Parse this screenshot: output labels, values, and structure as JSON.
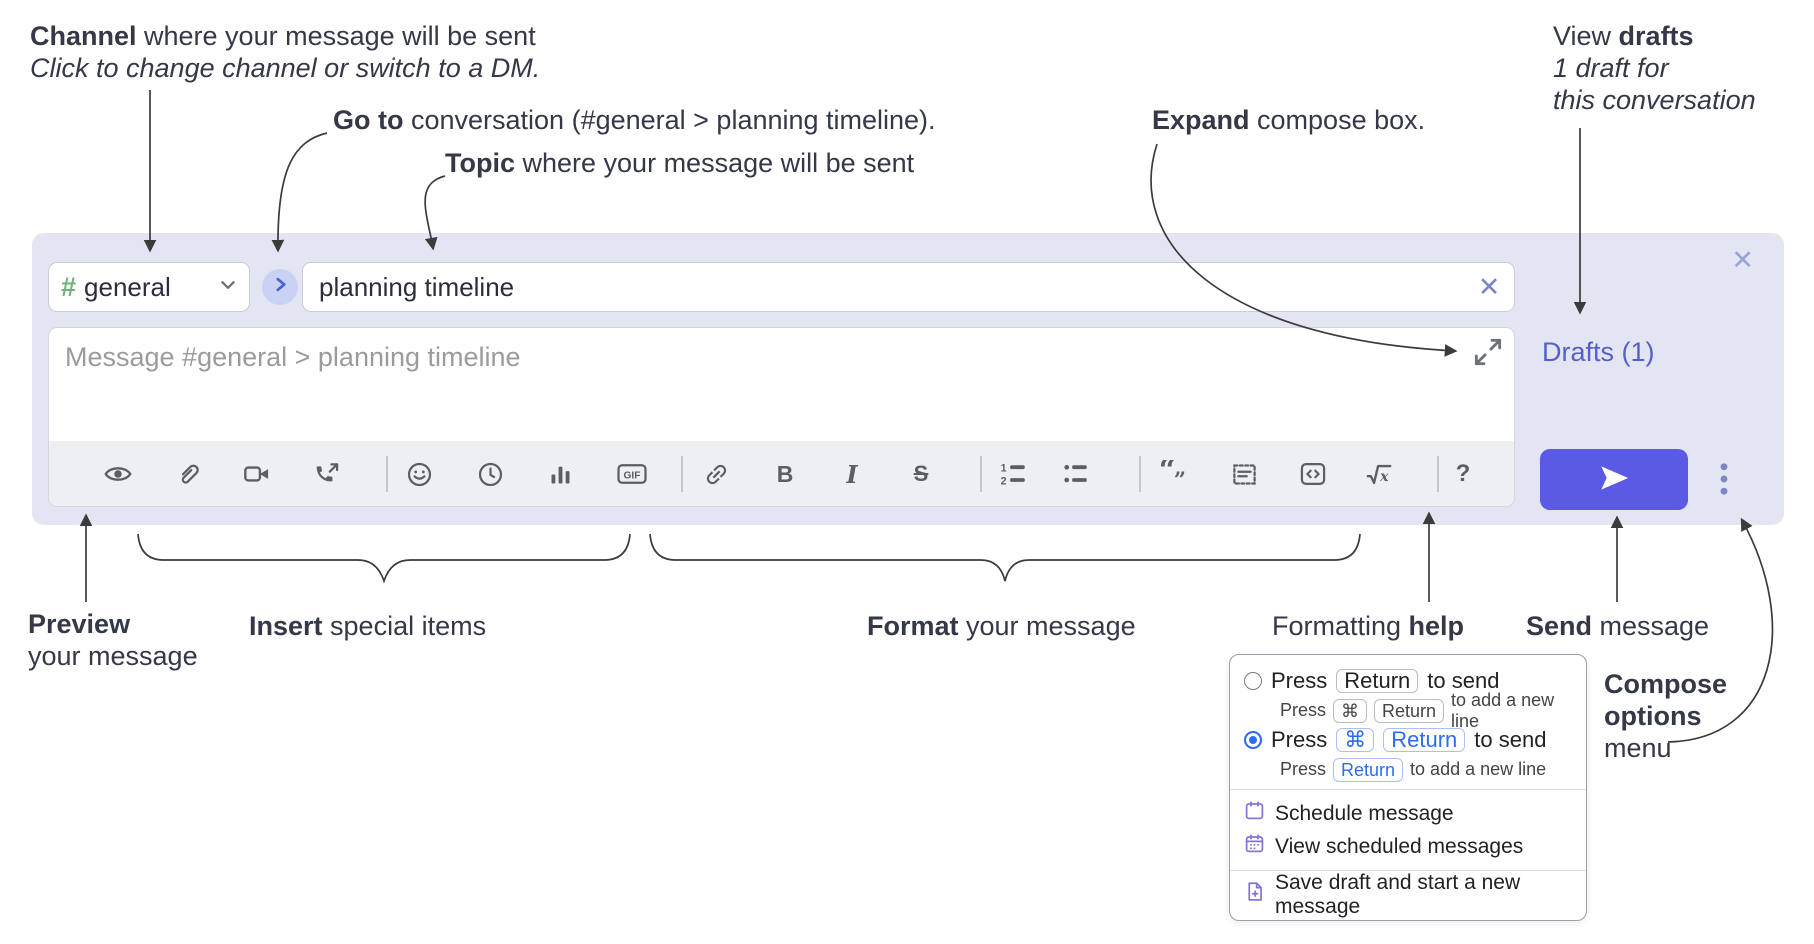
{
  "annotations": {
    "channel": {
      "bold": "Channel",
      "rest": " where your message will be sent",
      "line2": "Click to change channel or switch to a DM."
    },
    "goto": {
      "bold": "Go to",
      "rest": " conversation (#general > planning timeline)."
    },
    "topic": {
      "bold": "Topic",
      "rest": " where your message will be sent"
    },
    "expand": {
      "bold": "Expand",
      "rest": " compose box."
    },
    "view_drafts": {
      "pre": "View ",
      "bold": "drafts",
      "line2": "1 draft for",
      "line3": "this conversation"
    },
    "preview": {
      "bold": "Preview",
      "line2": "your message"
    },
    "insert": {
      "bold": "Insert",
      "rest": " special items"
    },
    "format": {
      "bold": "Format",
      "rest": " your message"
    },
    "formatting_help": {
      "pre": "Formatting ",
      "bold": "help"
    },
    "send": {
      "bold": "Send",
      "rest": " message"
    },
    "compose_options": {
      "line1": "Compose",
      "line2": "options",
      "line3": "menu"
    }
  },
  "compose": {
    "channel_hash": "#",
    "channel_name": "general",
    "topic_value": "planning timeline",
    "clear_glyph": "✕",
    "close_glyph": "✕",
    "message_placeholder": "Message #general > planning timeline",
    "drafts_label": "Drafts (1)",
    "gif_label": "GIF",
    "bold_label": "B",
    "italic_label": "I",
    "strike_label": "S",
    "help_label": "?"
  },
  "popup": {
    "option1": {
      "press": "Press",
      "key": "Return",
      "after": "to send",
      "sub_press": "Press",
      "sub_key1": "⌘",
      "sub_key2": "Return",
      "sub_after": "to add a new line"
    },
    "option2": {
      "press": "Press",
      "key1": "⌘",
      "key2": "Return",
      "after": "to send",
      "sub_press": "Press",
      "sub_key": "Return",
      "sub_after": "to add a new line"
    },
    "items": [
      "Schedule message",
      "View scheduled messages",
      "Save draft and start a new message"
    ]
  },
  "colors": {
    "send_accent": "#5a5ae4",
    "compose_bg": "#e3e5f3",
    "link_blue": "#5560cb",
    "hash_green": "#6fb37c",
    "kbd_blue": "#2f6bf0",
    "menu_icon_purple": "#8577d8"
  }
}
